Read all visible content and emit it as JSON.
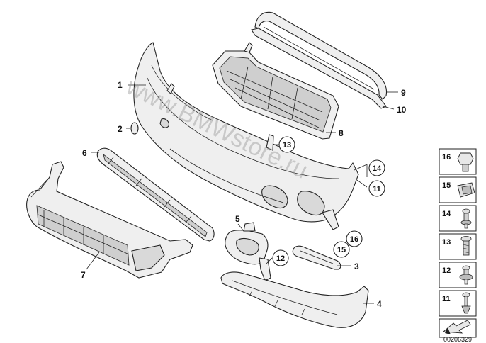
{
  "callouts": [
    {
      "id": "1",
      "label": "1"
    },
    {
      "id": "2",
      "label": "2"
    },
    {
      "id": "3",
      "label": "3"
    },
    {
      "id": "4",
      "label": "4"
    },
    {
      "id": "5",
      "label": "5"
    },
    {
      "id": "6",
      "label": "6"
    },
    {
      "id": "7",
      "label": "7"
    },
    {
      "id": "8",
      "label": "8"
    },
    {
      "id": "9",
      "label": "9"
    },
    {
      "id": "10",
      "label": "10"
    }
  ],
  "circled_callouts": [
    {
      "id": "11",
      "label": "11"
    },
    {
      "id": "12",
      "label": "12"
    },
    {
      "id": "13",
      "label": "13"
    },
    {
      "id": "14",
      "label": "14"
    },
    {
      "id": "15",
      "label": "15"
    },
    {
      "id": "16",
      "label": "16"
    }
  ],
  "side_panel": {
    "items": [
      {
        "label": "16",
        "icon": "nut-clip-icon"
      },
      {
        "label": "15",
        "icon": "spring-clip-icon"
      },
      {
        "label": "14",
        "icon": "expansion-rivet-icon"
      },
      {
        "label": "13",
        "icon": "hex-bolt-icon"
      },
      {
        "label": "12",
        "icon": "collar-screw-icon"
      },
      {
        "label": "11",
        "icon": "push-rivet-icon"
      }
    ],
    "arrow_icon": "assembly-arrow-icon"
  },
  "watermark": "www.BMWstore.ru",
  "doc_number": "00206329"
}
